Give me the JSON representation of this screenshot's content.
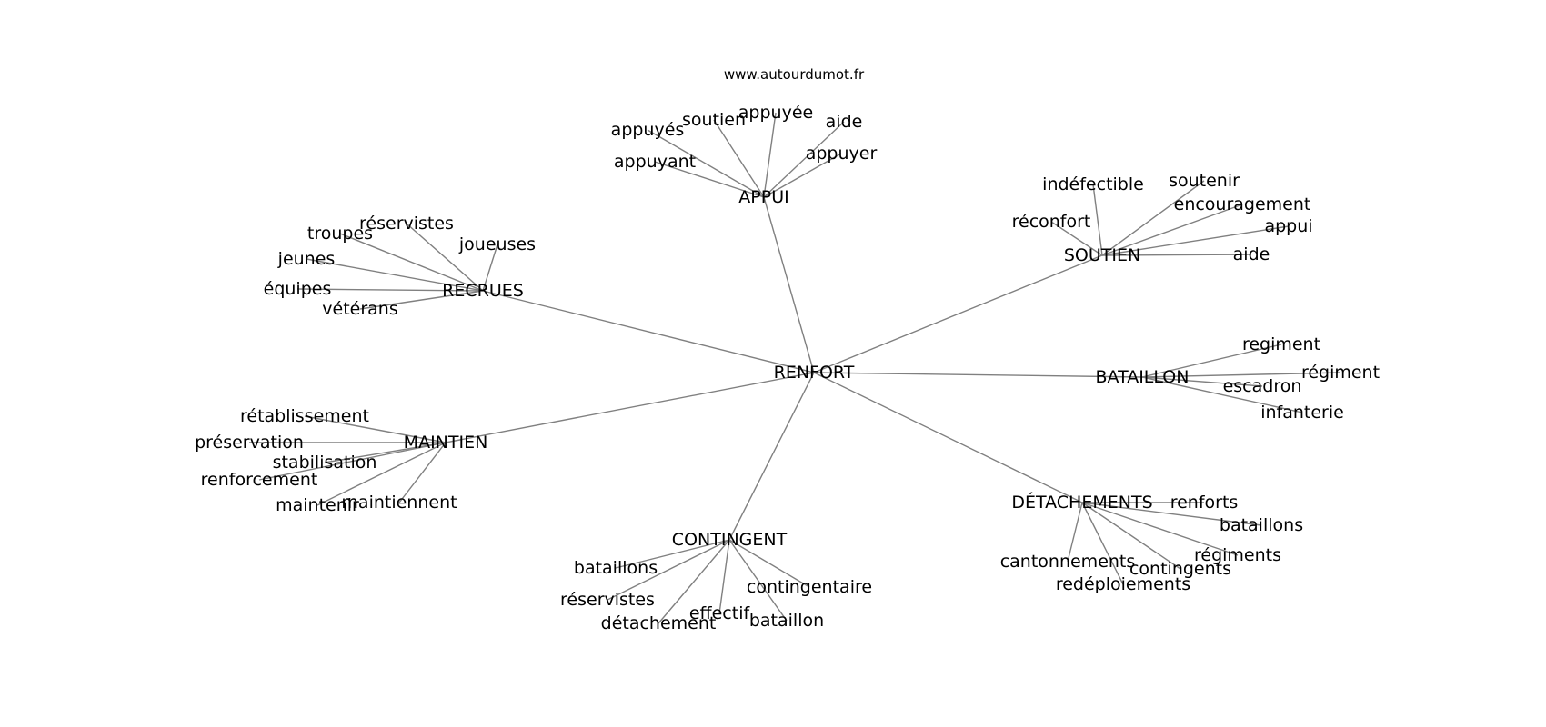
{
  "watermark": "www.autourdumot.fr",
  "center": "RENFORT",
  "clusters": [
    {
      "label": "APPUI",
      "words": [
        "appuyés",
        "soutien",
        "appuyée",
        "aide",
        "appuyant",
        "appuyer"
      ]
    },
    {
      "label": "SOUTIEN",
      "words": [
        "indéfectible",
        "soutenir",
        "encouragement",
        "réconfort",
        "appui",
        "aide"
      ]
    },
    {
      "label": "RECRUES",
      "words": [
        "réservistes",
        "troupes",
        "joueuses",
        "jeunes",
        "équipes",
        "vétérans"
      ]
    },
    {
      "label": "BATAILLON",
      "words": [
        "regiment",
        "régiment",
        "escadron",
        "infanterie"
      ]
    },
    {
      "label": "MAINTIEN",
      "words": [
        "rétablissement",
        "préservation",
        "stabilisation",
        "renforcement",
        "maintenir",
        "maintiennent"
      ]
    },
    {
      "label": "DÉTACHEMENTS",
      "words": [
        "renforts",
        "bataillons",
        "régiments",
        "contingents",
        "cantonnements",
        "redéploiements"
      ]
    },
    {
      "label": "CONTINGENT",
      "words": [
        "bataillons",
        "réservistes",
        "contingentaire",
        "effectif",
        "détachement",
        "bataillon"
      ]
    }
  ]
}
